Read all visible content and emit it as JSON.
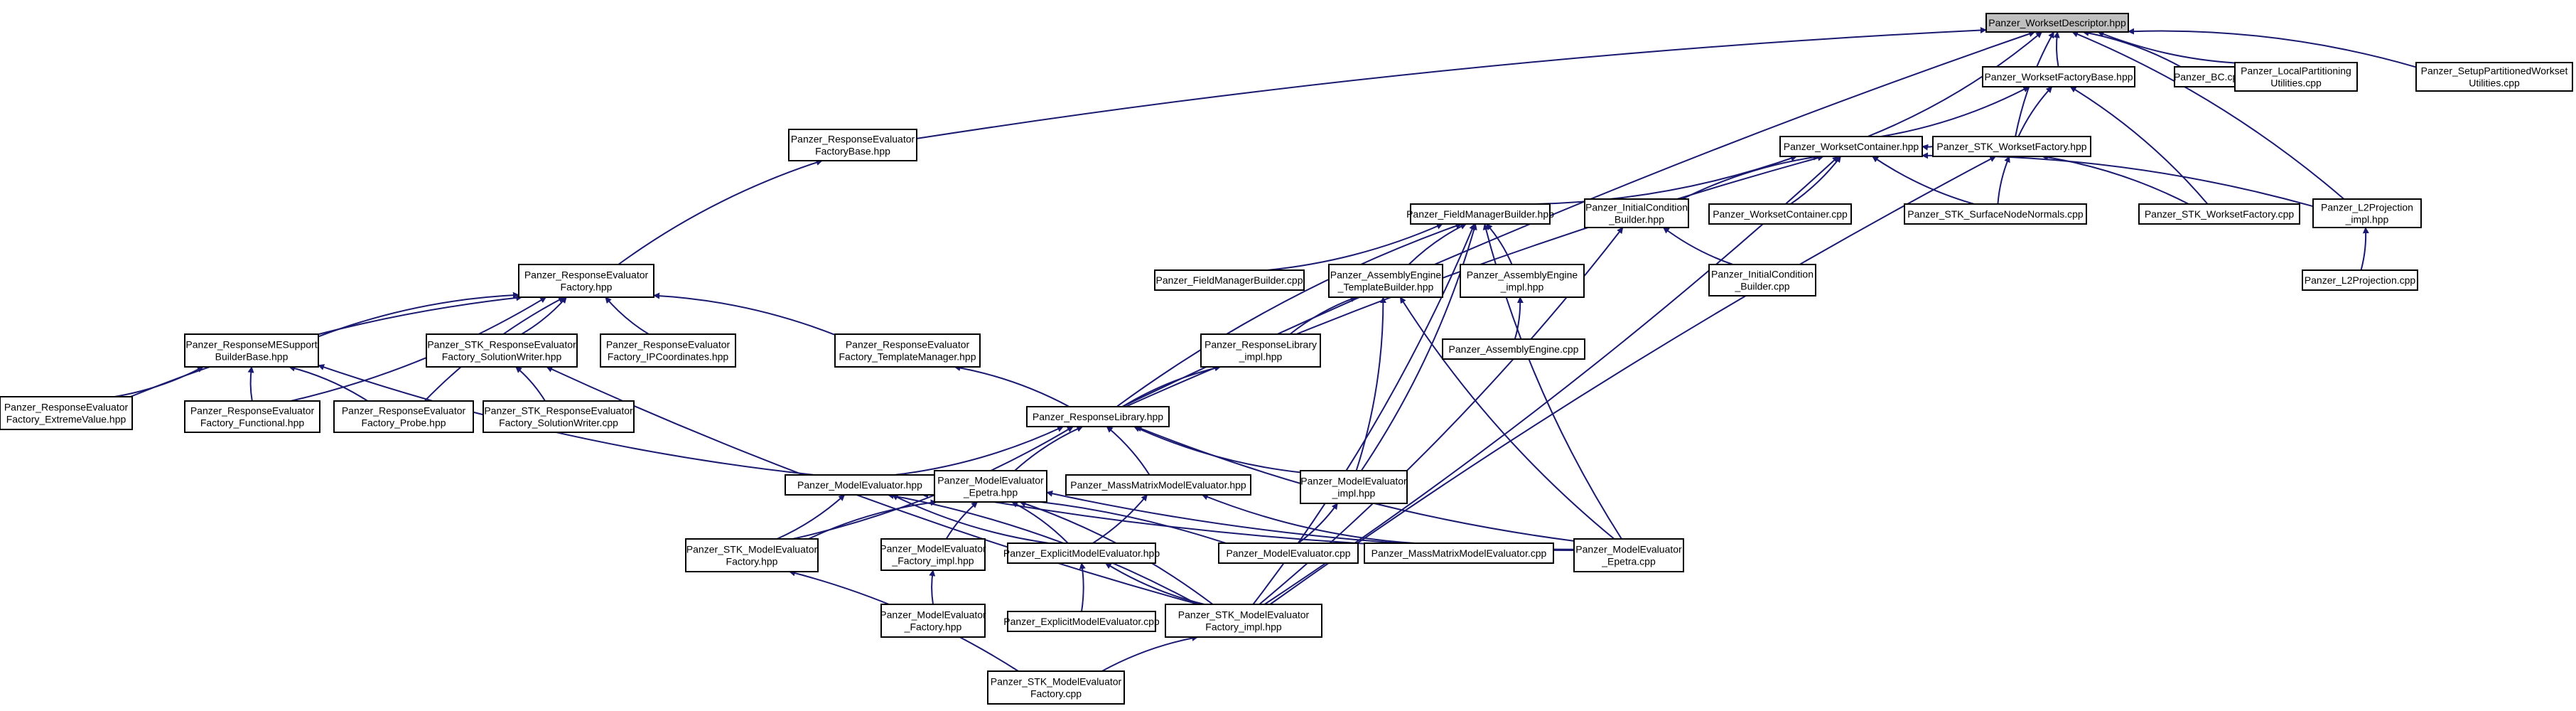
{
  "diagram": {
    "type": "include-dependency-graph",
    "colors": {
      "edge": "#191970",
      "root_fill": "#bfbfbf",
      "node_fill": "#ffffff",
      "border": "#000000"
    },
    "nodes": [
      {
        "id": "root",
        "lines": [
          "Panzer_WorksetDescriptor.hpp"
        ]
      },
      {
        "id": "wfb",
        "lines": [
          "Panzer_WorksetFactoryBase.hpp"
        ]
      },
      {
        "id": "bc",
        "lines": [
          "Panzer_BC.cpp"
        ]
      },
      {
        "id": "lpu",
        "lines": [
          "Panzer_LocalPartitioning",
          "Utilities.cpp"
        ]
      },
      {
        "id": "spwu",
        "lines": [
          "Panzer_SetupPartitionedWorkset",
          "Utilities.cpp"
        ]
      },
      {
        "id": "refb",
        "lines": [
          "Panzer_ResponseEvaluator",
          "FactoryBase.hpp"
        ]
      },
      {
        "id": "wc",
        "lines": [
          "Panzer_WorksetContainer.hpp"
        ]
      },
      {
        "id": "stkwf",
        "lines": [
          "Panzer_STK_WorksetFactory.hpp"
        ]
      },
      {
        "id": "fmb",
        "lines": [
          "Panzer_FieldManagerBuilder.hpp"
        ]
      },
      {
        "id": "icb",
        "lines": [
          "Panzer_InitialCondition",
          "_Builder.hpp"
        ]
      },
      {
        "id": "wccpp",
        "lines": [
          "Panzer_WorksetContainer.cpp"
        ]
      },
      {
        "id": "snn",
        "lines": [
          "Panzer_STK_SurfaceNodeNormals.cpp"
        ]
      },
      {
        "id": "stkwfcpp",
        "lines": [
          "Panzer_STK_WorksetFactory.cpp"
        ]
      },
      {
        "id": "l2impl",
        "lines": [
          "Panzer_L2Projection",
          "_impl.hpp"
        ]
      },
      {
        "id": "ref",
        "lines": [
          "Panzer_ResponseEvaluator",
          "Factory.hpp"
        ]
      },
      {
        "id": "fmbcpp",
        "lines": [
          "Panzer_FieldManagerBuilder.cpp"
        ]
      },
      {
        "id": "aetb",
        "lines": [
          "Panzer_AssemblyEngine",
          "_TemplateBuilder.hpp"
        ]
      },
      {
        "id": "aeimpl",
        "lines": [
          "Panzer_AssemblyEngine",
          "_impl.hpp"
        ]
      },
      {
        "id": "icbcpp",
        "lines": [
          "Panzer_InitialCondition",
          "_Builder.cpp"
        ]
      },
      {
        "id": "l2cpp",
        "lines": [
          "Panzer_L2Projection.cpp"
        ]
      },
      {
        "id": "rmesb",
        "lines": [
          "Panzer_ResponseMESupport",
          "BuilderBase.hpp"
        ]
      },
      {
        "id": "stkrefsw",
        "lines": [
          "Panzer_STK_ResponseEvaluator",
          "Factory_SolutionWriter.hpp"
        ]
      },
      {
        "id": "refip",
        "lines": [
          "Panzer_ResponseEvaluator",
          "Factory_IPCoordinates.hpp"
        ]
      },
      {
        "id": "reftm",
        "lines": [
          "Panzer_ResponseEvaluator",
          "Factory_TemplateManager.hpp"
        ]
      },
      {
        "id": "rlimpl",
        "lines": [
          "Panzer_ResponseLibrary",
          "_impl.hpp"
        ]
      },
      {
        "id": "aecpp",
        "lines": [
          "Panzer_AssemblyEngine.cpp"
        ]
      },
      {
        "id": "refev",
        "lines": [
          "Panzer_ResponseEvaluator",
          "Factory_ExtremeValue.hpp"
        ]
      },
      {
        "id": "reffn",
        "lines": [
          "Panzer_ResponseEvaluator",
          "Factory_Functional.hpp"
        ]
      },
      {
        "id": "refpr",
        "lines": [
          "Panzer_ResponseEvaluator",
          "Factory_Probe.hpp"
        ]
      },
      {
        "id": "stkrefswcpp",
        "lines": [
          "Panzer_STK_ResponseEvaluator",
          "Factory_SolutionWriter.cpp"
        ]
      },
      {
        "id": "rl",
        "lines": [
          "Panzer_ResponseLibrary.hpp"
        ]
      },
      {
        "id": "me",
        "lines": [
          "Panzer_ModelEvaluator.hpp"
        ]
      },
      {
        "id": "meep",
        "lines": [
          "Panzer_ModelEvaluator",
          "_Epetra.hpp"
        ]
      },
      {
        "id": "mmme",
        "lines": [
          "Panzer_MassMatrixModelEvaluator.hpp"
        ]
      },
      {
        "id": "meimpl",
        "lines": [
          "Panzer_ModelEvaluator",
          "_impl.hpp"
        ]
      },
      {
        "id": "stkmef",
        "lines": [
          "Panzer_STK_ModelEvaluator",
          "Factory.hpp"
        ]
      },
      {
        "id": "mefimpl",
        "lines": [
          "Panzer_ModelEvaluator",
          "_Factory_impl.hpp"
        ]
      },
      {
        "id": "exme",
        "lines": [
          "Panzer_ExplicitModelEvaluator.hpp"
        ]
      },
      {
        "id": "mecpp",
        "lines": [
          "Panzer_ModelEvaluator.cpp"
        ]
      },
      {
        "id": "mmmecpp",
        "lines": [
          "Panzer_MassMatrixModelEvaluator.cpp"
        ]
      },
      {
        "id": "meepcpp",
        "lines": [
          "Panzer_ModelEvaluator",
          "_Epetra.cpp"
        ]
      },
      {
        "id": "mef",
        "lines": [
          "Panzer_ModelEvaluator",
          "_Factory.hpp"
        ]
      },
      {
        "id": "exmecpp",
        "lines": [
          "Panzer_ExplicitModelEvaluator.cpp"
        ]
      },
      {
        "id": "stkmefimpl",
        "lines": [
          "Panzer_STK_ModelEvaluator",
          "Factory_impl.hpp"
        ]
      },
      {
        "id": "stkmefcpp",
        "lines": [
          "Panzer_STK_ModelEvaluator",
          "Factory.cpp"
        ]
      }
    ],
    "edges": [
      [
        "wfb",
        "root"
      ],
      [
        "bc",
        "root"
      ],
      [
        "lpu",
        "root"
      ],
      [
        "spwu",
        "root"
      ],
      [
        "refb",
        "root"
      ],
      [
        "wc",
        "root"
      ],
      [
        "stkwf",
        "root"
      ],
      [
        "l2impl",
        "root"
      ],
      [
        "rl",
        "root"
      ],
      [
        "wc",
        "wfb"
      ],
      [
        "stkwf",
        "wfb"
      ],
      [
        "stkwfcpp",
        "wfb"
      ],
      [
        "stkwf",
        "wc"
      ],
      [
        "fmb",
        "wc"
      ],
      [
        "icb",
        "wc"
      ],
      [
        "wccpp",
        "wc"
      ],
      [
        "snn",
        "wc"
      ],
      [
        "l2impl",
        "wc"
      ],
      [
        "rl",
        "wc"
      ],
      [
        "stkmefimpl",
        "wc"
      ],
      [
        "snn",
        "stkwf"
      ],
      [
        "stkwfcpp",
        "stkwf"
      ],
      [
        "stkmefimpl",
        "stkwf"
      ],
      [
        "l2cpp",
        "l2impl"
      ],
      [
        "icbcpp",
        "icb"
      ],
      [
        "stkmefimpl",
        "icb"
      ],
      [
        "ref",
        "refb"
      ],
      [
        "fmbcpp",
        "fmb"
      ],
      [
        "aetb",
        "fmb"
      ],
      [
        "aeimpl",
        "fmb"
      ],
      [
        "rl",
        "fmb"
      ],
      [
        "meimpl",
        "fmb"
      ],
      [
        "meepcpp",
        "fmb"
      ],
      [
        "stkmefimpl",
        "fmb"
      ],
      [
        "rlimpl",
        "aetb"
      ],
      [
        "meimpl",
        "aetb"
      ],
      [
        "meepcpp",
        "aetb"
      ],
      [
        "aecpp",
        "aeimpl"
      ],
      [
        "rmesb",
        "ref"
      ],
      [
        "stkrefsw",
        "ref"
      ],
      [
        "refip",
        "ref"
      ],
      [
        "reftm",
        "ref"
      ],
      [
        "refev",
        "ref"
      ],
      [
        "reffn",
        "ref"
      ],
      [
        "refpr",
        "ref"
      ],
      [
        "refev",
        "rmesb"
      ],
      [
        "reffn",
        "rmesb"
      ],
      [
        "refpr",
        "rmesb"
      ],
      [
        "me",
        "rmesb"
      ],
      [
        "stkrefswcpp",
        "stkrefsw"
      ],
      [
        "stkmefimpl",
        "stkrefsw"
      ],
      [
        "rl",
        "reftm"
      ],
      [
        "rl",
        "rlimpl"
      ],
      [
        "me",
        "rl"
      ],
      [
        "meep",
        "rl"
      ],
      [
        "mmme",
        "rl"
      ],
      [
        "meimpl",
        "rl"
      ],
      [
        "stkmef",
        "rl"
      ],
      [
        "meepcpp",
        "rl"
      ],
      [
        "stkmef",
        "me"
      ],
      [
        "exme",
        "me"
      ],
      [
        "mecpp",
        "me"
      ],
      [
        "meepcpp",
        "me"
      ],
      [
        "stkmefimpl",
        "me"
      ],
      [
        "mefimpl",
        "meep"
      ],
      [
        "exme",
        "meep"
      ],
      [
        "meepcpp",
        "meep"
      ],
      [
        "stkmefimpl",
        "meep"
      ],
      [
        "stkmef",
        "meep"
      ],
      [
        "exme",
        "mmme"
      ],
      [
        "mmmecpp",
        "mmme"
      ],
      [
        "mecpp",
        "meimpl"
      ],
      [
        "mef",
        "mefimpl"
      ],
      [
        "exmecpp",
        "exme"
      ],
      [
        "stkmefimpl",
        "exme"
      ],
      [
        "stkmefcpp",
        "stkmef"
      ],
      [
        "stkmefcpp",
        "stkmefimpl"
      ]
    ]
  }
}
